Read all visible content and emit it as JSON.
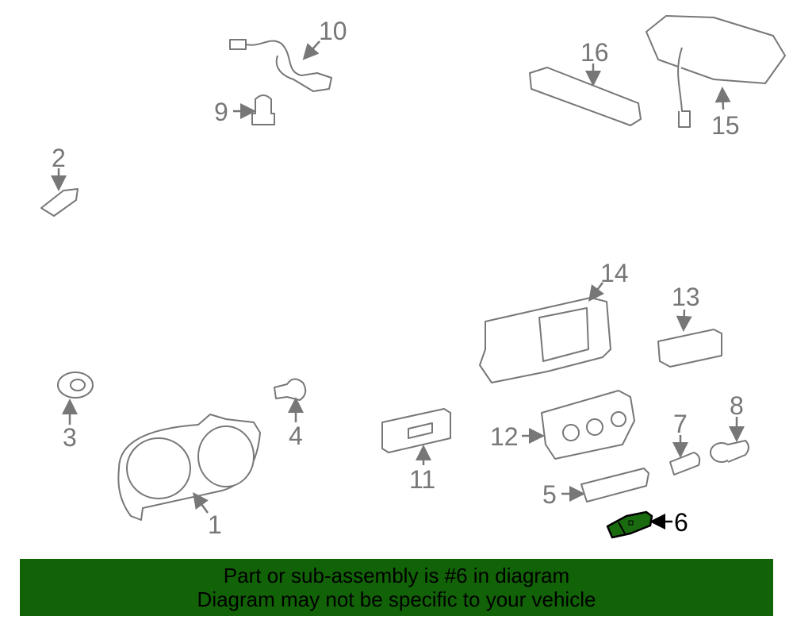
{
  "diagram": {
    "highlight_part": "6",
    "highlight_color": "#1a6b0f",
    "callouts": [
      "1",
      "2",
      "3",
      "4",
      "5",
      "6",
      "7",
      "8",
      "9",
      "10",
      "11",
      "12",
      "13",
      "14",
      "15",
      "16"
    ]
  },
  "banner": {
    "line1": "Part or sub-assembly is #6 in diagram",
    "line2": "Diagram may not be specific to your vehicle",
    "color": "#126207"
  }
}
